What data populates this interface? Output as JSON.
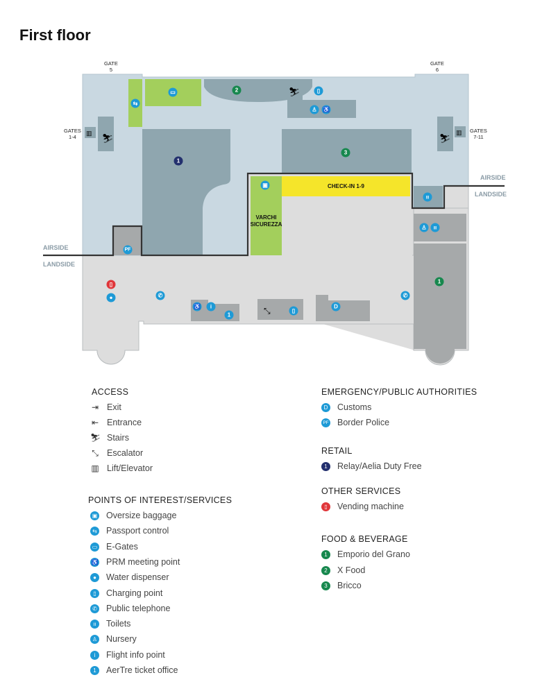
{
  "title": "First floor",
  "map": {
    "gate5": "GATE\n5",
    "gate6": "GATE\n6",
    "gates_1_4": "GATES\n1-4",
    "gates_7_11": "GATES\n7-11",
    "airside": "AIRSIDE",
    "landside": "LANDSIDE",
    "checkin": "CHECK-IN 1-9",
    "security": "VARCHI\nSICUREZZA",
    "pins": {
      "one": "1",
      "two": "2",
      "three": "3",
      "customs": "D",
      "police": "PF"
    }
  },
  "legend": {
    "access": {
      "title": "ACCESS",
      "items": [
        "Exit",
        "Entrance",
        "Stairs",
        "Escalator",
        "Lift/Elevator"
      ]
    },
    "poi": {
      "title": "POINTS OF INTEREST/SERVICES",
      "items": [
        "Oversize baggage",
        "Passport control",
        "E-Gates",
        "PRM meeting point",
        "Water dispenser",
        "Charging point",
        "Public telephone",
        "Toilets",
        "Nursery",
        "Flight info point",
        "AerTre ticket office"
      ]
    },
    "emergency": {
      "title": "EMERGENCY/PUBLIC AUTHORITIES",
      "items": [
        {
          "icon": "D",
          "label": "Customs"
        },
        {
          "icon": "PF",
          "label": "Border Police"
        }
      ]
    },
    "retail": {
      "title": "RETAIL",
      "items": [
        {
          "icon": "1",
          "label": "Relay/Aelia Duty Free"
        }
      ]
    },
    "other": {
      "title": "OTHER SERVICES",
      "items": [
        {
          "label": "Vending machine"
        }
      ]
    },
    "food": {
      "title": "FOOD & BEVERAGE",
      "items": [
        {
          "icon": "1",
          "label": "Emporio del Grano"
        },
        {
          "icon": "2",
          "label": "X Food"
        },
        {
          "icon": "3",
          "label": "Bricco"
        }
      ]
    }
  },
  "colors": {
    "airside": "#c9d8e1",
    "landside": "#dddddd",
    "shop": "#8fa6af",
    "service": "#a6a9aa",
    "green": "#a3cf5c",
    "yellow": "#f5e52a",
    "pin": "#1e9ad6"
  }
}
